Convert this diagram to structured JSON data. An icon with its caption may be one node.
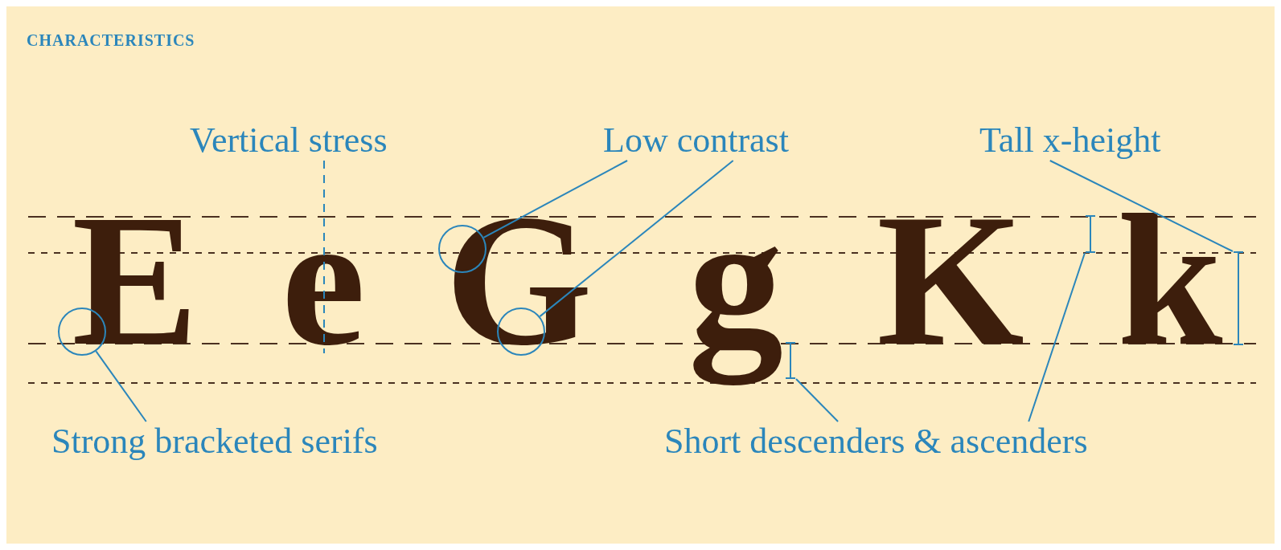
{
  "diagram": {
    "title": "CHARACTERISTICS",
    "nodes": [
      {
        "text": [
          "Vertical stress"
        ]
      },
      {
        "text": [
          "Low contrast"
        ]
      },
      {
        "text": [
          "Tall x-height"
        ]
      },
      {
        "text": [],
        "shape": "circle"
      },
      {
        "text": [],
        "shape": "circle"
      },
      {
        "text": [],
        "shape": "circle"
      },
      {
        "text": [],
        "shape": "bar"
      },
      {
        "text": [],
        "shape": "bar"
      },
      {
        "text": [],
        "shape": "bar"
      },
      {
        "text": [
          "Strong bracketed serifs"
        ]
      },
      {
        "text": [
          "Short descenders & ascenders"
        ]
      },
      {
        "text": [
          "e"
        ]
      }
    ],
    "edges": [
      {
        "from": 0,
        "to": 11,
        "arrow": "none",
        "style": "dashed"
      },
      {
        "from": 1,
        "to": 4,
        "arrow": "none"
      },
      {
        "from": 1,
        "to": 5,
        "arrow": "none"
      },
      {
        "from": 2,
        "to": 8,
        "arrow": "none"
      },
      {
        "from": 9,
        "to": 3,
        "arrow": "none"
      },
      {
        "from": 10,
        "to": 6,
        "arrow": "none"
      },
      {
        "from": 10,
        "to": 7,
        "arrow": "none"
      }
    ],
    "labels": [
      "E",
      "G",
      "g",
      "K",
      "k"
    ]
  }
}
